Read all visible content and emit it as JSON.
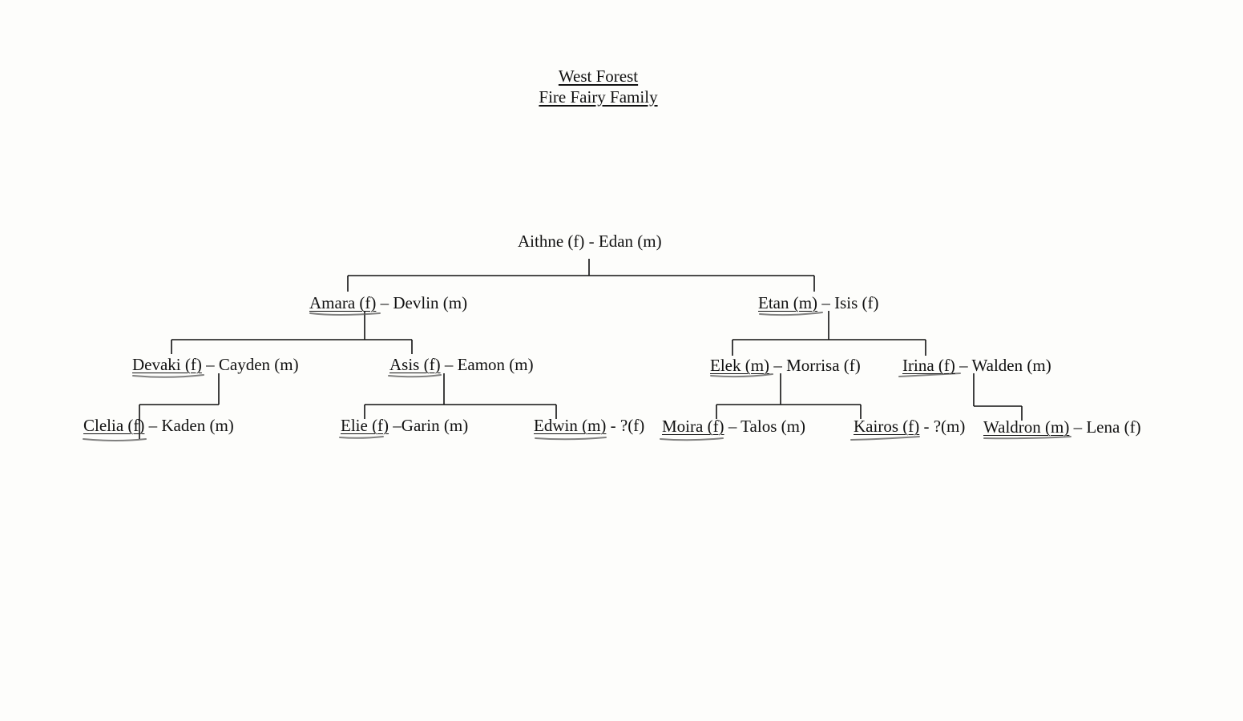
{
  "titles": {
    "line1": "West Forest",
    "line2": "Fire Fairy Family"
  },
  "generation0": {
    "root": "Aithne (f)  -  Edan (m)"
  },
  "generation1": {
    "amara_name": "Amara (f)",
    "amara_partner": " – Devlin (m)",
    "etan_name": "Etan (m)",
    "etan_partner": " – Isis (f)"
  },
  "generation2": {
    "devaki_name": "Devaki (f)",
    "devaki_partner": " – Cayden (m)",
    "asis_name": "Asis (f)",
    "asis_partner": " – Eamon (m)",
    "elek_name": "Elek (m)",
    "elek_partner": " – Morrisa (f)",
    "irina_name": "Irina (f)",
    "irina_partner": " – Walden (m)"
  },
  "generation3": {
    "clelia_name": "Clelia (f)",
    "clelia_partner": " – Kaden (m)",
    "elie_name": "Elie (f)",
    "elie_partner": " –Garin (m)",
    "edwin_name": "Edwin (m)",
    "edwin_partner": " - ?(f)",
    "moira_name": "Moira (f)",
    "moira_partner": " – Talos (m)",
    "kairos_name": "Kairos (f)",
    "kairos_partner": " - ?(m)",
    "waldron_name": "Waldron (m)",
    "waldron_partner": " – Lena (f)"
  }
}
